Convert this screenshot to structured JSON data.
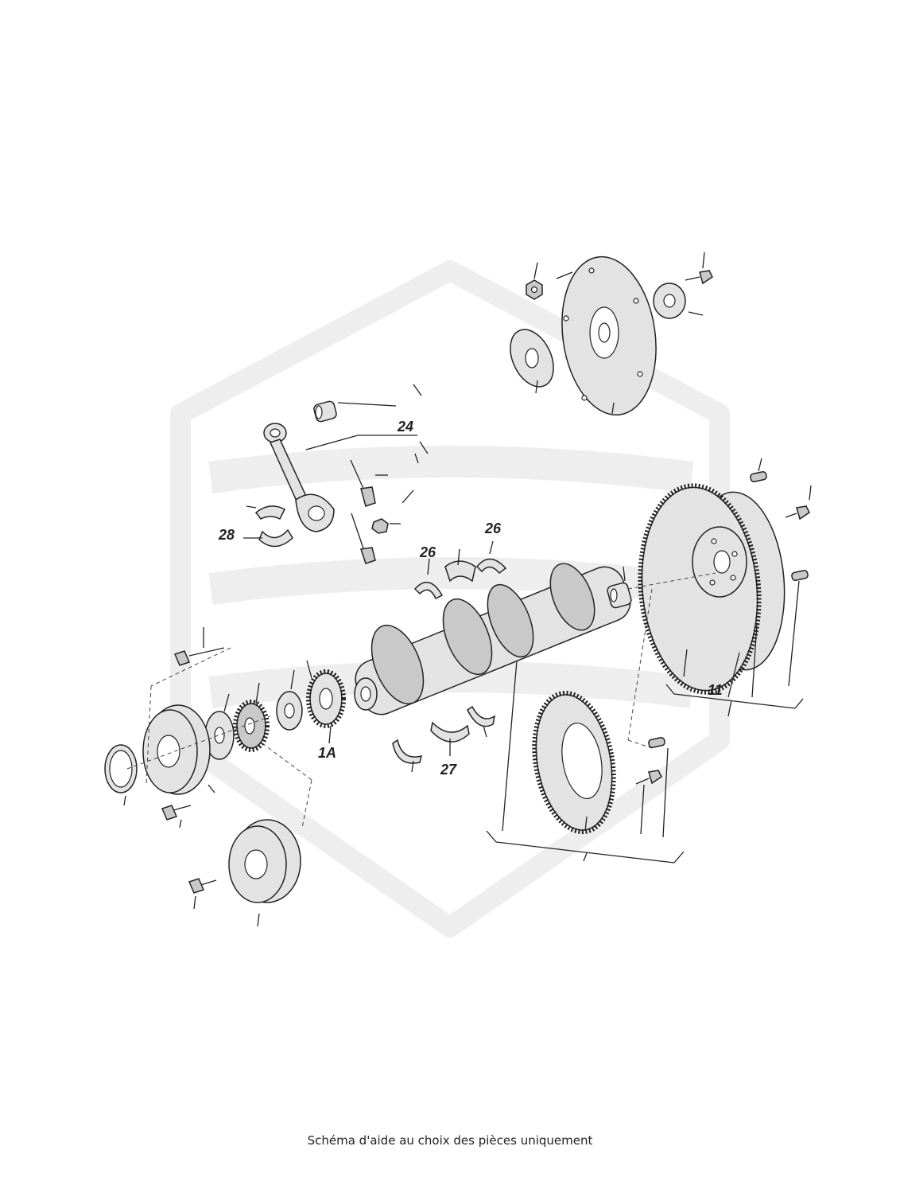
{
  "caption": "Schéma d'aide au choix des pièces uniquement",
  "callouts": {
    "c24": "24",
    "c28": "28",
    "c26a": "26",
    "c26b": "26",
    "c11": "11",
    "c1a": "1A",
    "c27": "27"
  },
  "colors": {
    "line": "#222222",
    "part_fill": "#e3e3e3",
    "watermark": "#eeeeee"
  }
}
